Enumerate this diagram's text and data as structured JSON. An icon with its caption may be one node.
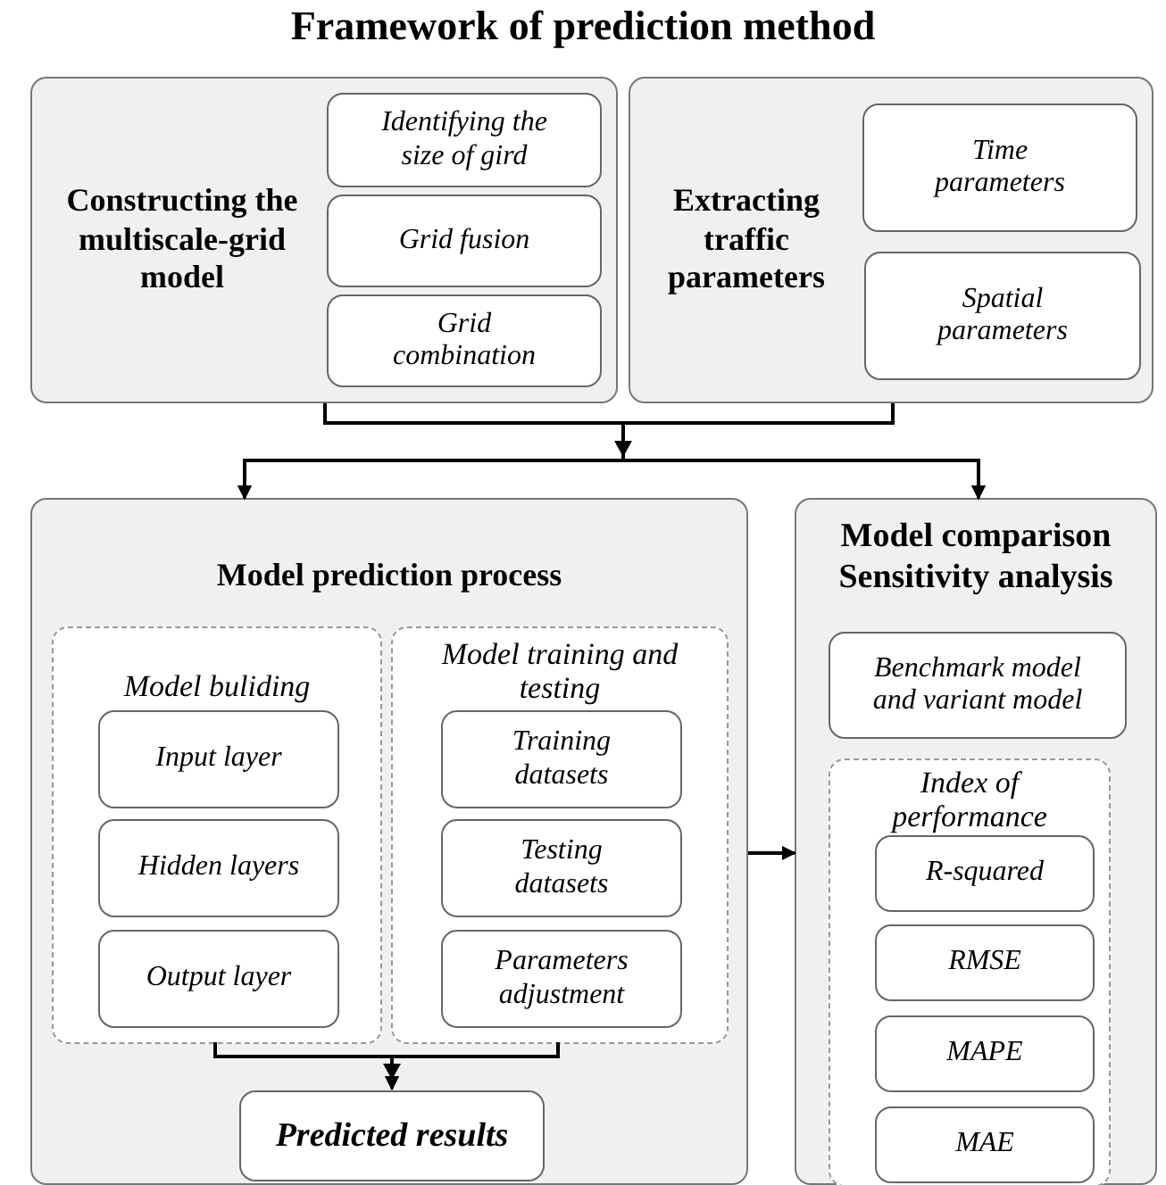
{
  "diagram": {
    "title": "Framework of prediction method",
    "nodes": [
      {
        "text": [
          "Constructing the multiscale-grid model"
        ]
      },
      {
        "text": [
          "Identifying the size of gird"
        ],
        "in": 0
      },
      {
        "text": [
          "Grid fusion"
        ],
        "in": 0
      },
      {
        "text": [
          "Grid combination"
        ],
        "in": 0
      },
      {
        "text": [
          "Extracting traffic parameters"
        ]
      },
      {
        "text": [
          "Time parameters"
        ],
        "in": 4
      },
      {
        "text": [
          "Spatial parameters"
        ],
        "in": 4
      },
      {
        "text": [
          "Model prediction process"
        ]
      },
      {
        "text": [
          "Model buliding"
        ],
        "in": 7
      },
      {
        "text": [
          "Input layer"
        ],
        "in": 8
      },
      {
        "text": [
          "Hidden layers"
        ],
        "in": 8
      },
      {
        "text": [
          "Output layer"
        ],
        "in": 8
      },
      {
        "text": [
          "Model training and testing"
        ],
        "in": 7
      },
      {
        "text": [
          "Training datasets"
        ],
        "in": 12
      },
      {
        "text": [
          "Testing datasets"
        ],
        "in": 12
      },
      {
        "text": [
          "Parameters adjustment"
        ],
        "in": 12
      },
      {
        "text": [
          "Predicted results"
        ],
        "in": 7
      },
      {
        "text": [
          "Model comparison",
          "Sensitivity analysis"
        ]
      },
      {
        "text": [
          "Benchmark model and variant model"
        ],
        "in": 17
      },
      {
        "text": [
          "Index of performance"
        ],
        "in": 17
      },
      {
        "text": [
          "R-squared"
        ],
        "in": 19
      },
      {
        "text": [
          "RMSE"
        ],
        "in": 19
      },
      {
        "text": [
          "MAPE"
        ],
        "in": 19
      },
      {
        "text": [
          "MAE"
        ],
        "in": 19
      }
    ],
    "edges": [
      {
        "from": 0,
        "to": 7,
        "arrow": "to"
      },
      {
        "from": 0,
        "to": 17,
        "arrow": "to"
      },
      {
        "from": 4,
        "to": 7,
        "arrow": "to"
      },
      {
        "from": 4,
        "to": 17,
        "arrow": "to"
      },
      {
        "from": 7,
        "to": 17,
        "arrow": "to"
      },
      {
        "from": 8,
        "to": 16,
        "arrow": "to"
      },
      {
        "from": 12,
        "to": 16,
        "arrow": "to"
      }
    ]
  }
}
